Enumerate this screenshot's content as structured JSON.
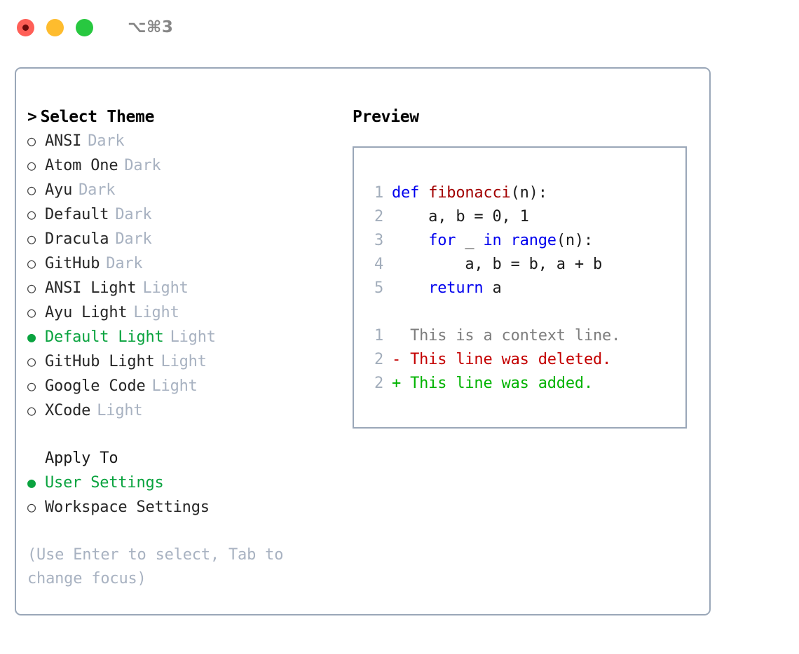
{
  "window": {
    "title": "⌥⌘3",
    "traffic_lights": [
      {
        "name": "close",
        "color": "#ff5f57"
      },
      {
        "name": "minimize",
        "color": "#febc2e"
      },
      {
        "name": "zoom",
        "color": "#28c840"
      }
    ]
  },
  "theme_picker": {
    "prompt": ">",
    "heading": "Select Theme",
    "marker_unselected": "○",
    "marker_selected": "●",
    "items": [
      {
        "label": "ANSI",
        "tag": "Dark",
        "selected": false
      },
      {
        "label": "Atom One",
        "tag": "Dark",
        "selected": false
      },
      {
        "label": "Ayu",
        "tag": "Dark",
        "selected": false
      },
      {
        "label": "Default",
        "tag": "Dark",
        "selected": false
      },
      {
        "label": "Dracula",
        "tag": "Dark",
        "selected": false
      },
      {
        "label": "GitHub",
        "tag": "Dark",
        "selected": false
      },
      {
        "label": "ANSI Light",
        "tag": "Light",
        "selected": false
      },
      {
        "label": "Ayu Light",
        "tag": "Light",
        "selected": false
      },
      {
        "label": "Default Light",
        "tag": "Light",
        "selected": true
      },
      {
        "label": "GitHub Light",
        "tag": "Light",
        "selected": false
      },
      {
        "label": "Google Code",
        "tag": "Light",
        "selected": false
      },
      {
        "label": "XCode",
        "tag": "Light",
        "selected": false
      }
    ]
  },
  "apply_to": {
    "heading": "Apply To",
    "items": [
      {
        "label": "User Settings",
        "selected": true
      },
      {
        "label": "Workspace Settings",
        "selected": false
      }
    ]
  },
  "hint": "(Use Enter to select, Tab to change focus)",
  "preview": {
    "title": "Preview",
    "code_lines": [
      {
        "no": "1",
        "tokens": [
          {
            "t": "def ",
            "c": "kw"
          },
          {
            "t": "fibonacci",
            "c": "fn"
          },
          {
            "t": "(n):",
            "c": "pl"
          }
        ]
      },
      {
        "no": "2",
        "tokens": [
          {
            "t": "    a, b = 0, 1",
            "c": "pl"
          }
        ]
      },
      {
        "no": "3",
        "tokens": [
          {
            "t": "    ",
            "c": "pl"
          },
          {
            "t": "for",
            "c": "kw"
          },
          {
            "t": " _ ",
            "c": "pl"
          },
          {
            "t": "in",
            "c": "kw"
          },
          {
            "t": " ",
            "c": "pl"
          },
          {
            "t": "range",
            "c": "kw"
          },
          {
            "t": "(n):",
            "c": "pl"
          }
        ]
      },
      {
        "no": "4",
        "tokens": [
          {
            "t": "        a, b = b, a + b",
            "c": "pl"
          }
        ]
      },
      {
        "no": "5",
        "tokens": [
          {
            "t": "    ",
            "c": "pl"
          },
          {
            "t": "return",
            "c": "kw"
          },
          {
            "t": " a",
            "c": "pl"
          }
        ]
      }
    ],
    "diff_lines": [
      {
        "no": "1",
        "text": "  This is a context line.",
        "kind": "ctx"
      },
      {
        "no": "2",
        "text": "- This line was deleted.",
        "kind": "del"
      },
      {
        "no": "2",
        "text": "+ This line was added.",
        "kind": "add"
      }
    ]
  },
  "colors": {
    "accent_green": "#0aa33f",
    "muted": "#a8b2c1",
    "border": "#9aa7b8",
    "keyword": "#0000ee",
    "function": "#a20000",
    "diff_add": "#00b300",
    "diff_del": "#c40000",
    "context": "#7e7e7e"
  }
}
